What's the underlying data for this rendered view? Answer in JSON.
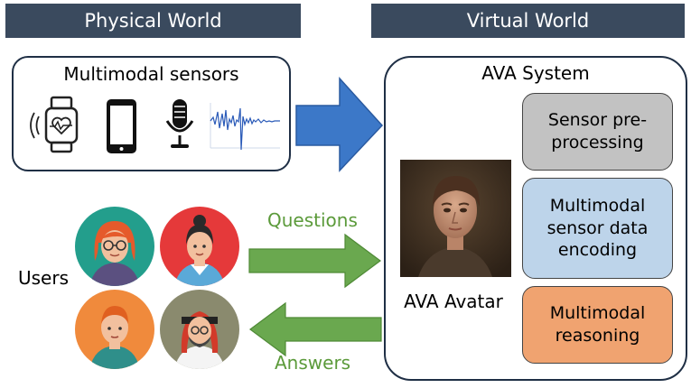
{
  "banners": {
    "physical": "Physical World",
    "virtual": "Virtual World"
  },
  "sensors": {
    "title": "Multimodal sensors",
    "icons": [
      "smartwatch-icon",
      "smartphone-icon",
      "microphone-icon",
      "waveform-icon"
    ]
  },
  "ava_system": {
    "title": "AVA System",
    "modules": [
      {
        "label": "Sensor pre-processing",
        "color": "#c2c2c2"
      },
      {
        "label": "Multimodal sensor data encoding",
        "color": "#bdd4ea"
      },
      {
        "label": "Multimodal reasoning",
        "color": "#f0a370"
      }
    ],
    "avatar_label": "AVA Avatar"
  },
  "users": {
    "label": "Users",
    "avatars": [
      "teal-woman-avatar",
      "red-woman-avatar",
      "orange-man-avatar",
      "gray-man-avatar"
    ]
  },
  "flows": {
    "questions": "Questions",
    "answers": "Answers",
    "arrow_green": "#6aa84f",
    "arrow_blue": "#3c78c8"
  }
}
